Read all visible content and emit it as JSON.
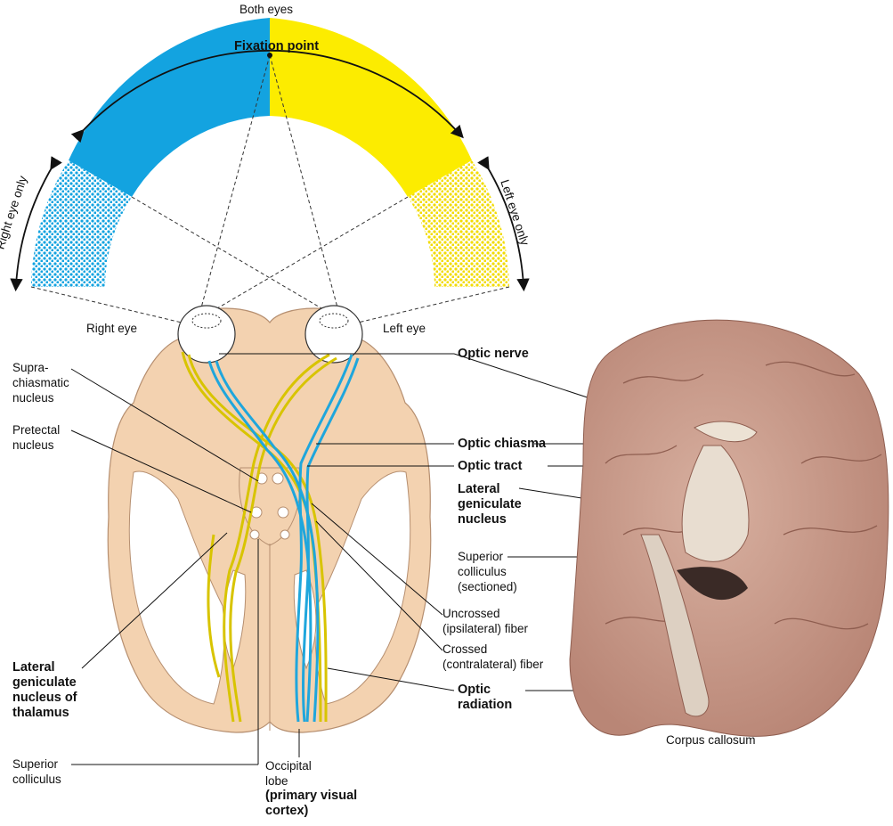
{
  "colors": {
    "right_field": "#13a3e0",
    "left_field": "#fcec00",
    "tissue": "#f3d2b0",
    "tissue_edge": "#a07c60",
    "yellow_fibers": "#d8c400",
    "blue_fibers": "#1fa6dc",
    "photo_brain": "#c99b8a"
  },
  "labels": {
    "both_eyes": "Both eyes",
    "fixation_point": "Fixation point",
    "right_eye_only": "Right eye only",
    "left_eye_only": "Left eye only",
    "right_eye": "Right eye",
    "left_eye": "Left eye",
    "suprachiasmatic": "Supra-\nchiasmatic\nnucleus",
    "pretectal": "Pretectal\nnucleus",
    "lgn_thalamus": "Lateral\ngeniculate\nnucleus of\nthalamus",
    "superior_colliculus_left": "Superior\ncolliculus",
    "occipital_lobe": "Occipital\nlobe",
    "primary_visual_cortex": "(primary visual\ncortex)",
    "optic_nerve": "Optic nerve",
    "optic_chiasma": "Optic chiasma",
    "optic_tract": "Optic tract",
    "lgn_photo": "Lateral\ngeniculate\nnucleus",
    "superior_colliculus_sectioned": "Superior\ncolliculus\n(sectioned)",
    "uncrossed_fiber": "Uncrossed\n(ipsilateral) fiber",
    "crossed_fiber": "Crossed\n(contralateral) fiber",
    "optic_radiation": "Optic\nradiation",
    "corpus_callosum": "Corpus callosum"
  },
  "icons": {
    "right_eye": "eyeball-icon",
    "left_eye": "eyeball-icon"
  }
}
